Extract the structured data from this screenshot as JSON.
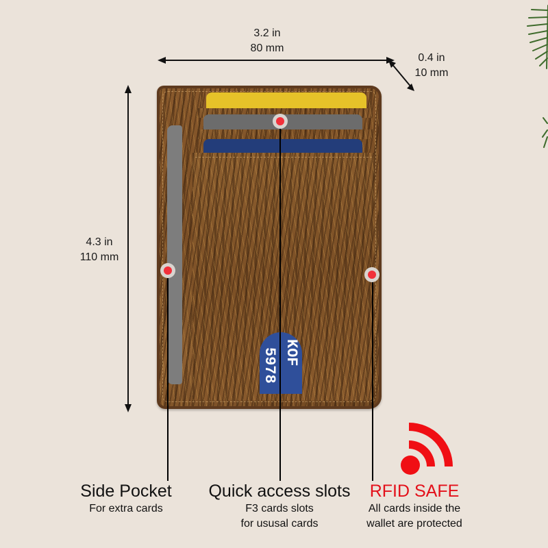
{
  "dimensions": {
    "width": {
      "inches": "3.2 in",
      "mm": "80 mm"
    },
    "depth": {
      "inches": "0.4 in",
      "mm": "10 mm"
    },
    "height": {
      "inches": "4.3 in",
      "mm": "110 mm"
    }
  },
  "features": [
    {
      "title": "Side Pocket",
      "lines": [
        "For extra cards"
      ]
    },
    {
      "title": "Quick access slots",
      "lines": [
        "F3 cards slots",
        "for ususal cards"
      ]
    },
    {
      "title": "RFID SAFE",
      "lines": [
        "All cards inside the",
        "wallet are protected"
      ]
    }
  ],
  "card_text": {
    "number": "5978",
    "brand": "KOF"
  },
  "icons": {
    "rfid": "rfid-signal-icon",
    "hotspot": "hotspot-dot-icon"
  },
  "colors": {
    "background": "#ebe3da",
    "accent_red": "#e3101a",
    "hotspot_red": "#f2303a",
    "card_yellow": "#e6c229",
    "card_gray": "#6c6c6c",
    "card_blue": "#233d7a",
    "cork_brown": "#7c5026"
  }
}
